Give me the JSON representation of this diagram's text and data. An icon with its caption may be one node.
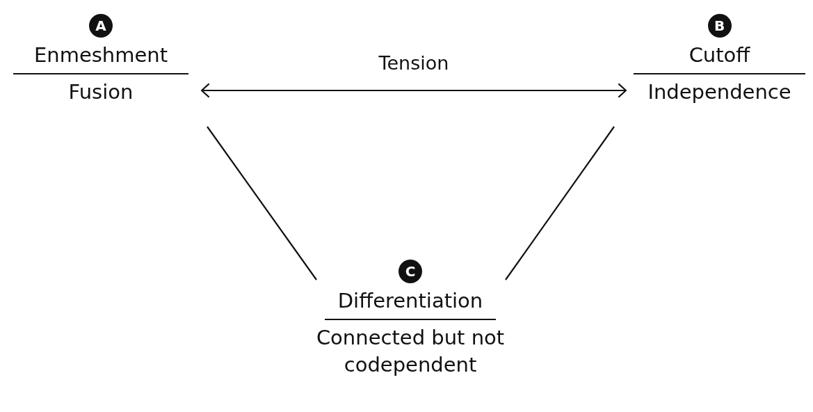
{
  "diagram": {
    "nodes": [
      {
        "text": [
          "A",
          "Enmeshment",
          "Fusion"
        ]
      },
      {
        "text": [
          "B",
          "Cutoff",
          "Independence"
        ]
      },
      {
        "text": [
          "C",
          "Differentiation",
          "Connected but not codependent"
        ]
      }
    ],
    "edges": [
      {
        "from": 0,
        "to": 1,
        "arrow": "both",
        "label": "Tension"
      },
      {
        "from": 0,
        "to": 2,
        "arrow": "none"
      },
      {
        "from": 1,
        "to": 2,
        "arrow": "none"
      }
    ]
  }
}
